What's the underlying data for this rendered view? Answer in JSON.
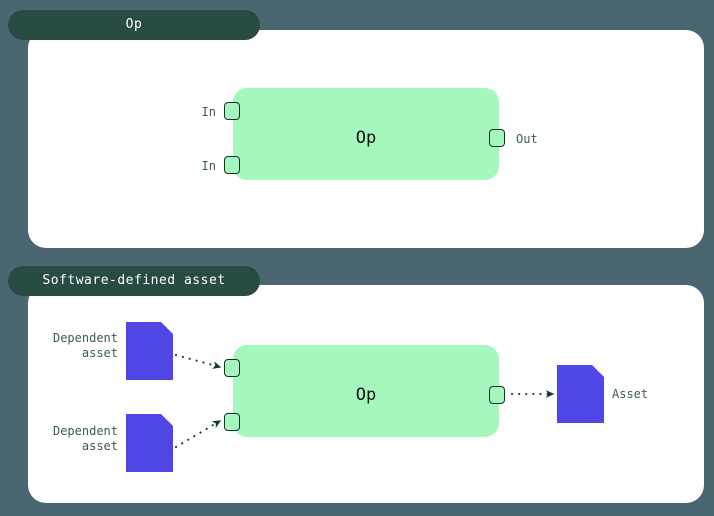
{
  "canvas": {
    "background_color": "#4a6670",
    "panel_color": "#ffffff",
    "tab_color": "#284c43",
    "op_color": "#a5f7bd",
    "asset_color": "#4f46e5",
    "edge_color": "#133a2c",
    "label_color": "#3d5a5a"
  },
  "panels": [
    {
      "tab_label": "Op",
      "op_label": "Op",
      "input_labels": [
        "In",
        "In"
      ],
      "output_labels": [
        "Out"
      ]
    },
    {
      "tab_label": "Software-defined asset",
      "op_label": "Op",
      "dependent_asset_labels": [
        "Dependent\nasset",
        "Dependent\nasset"
      ],
      "output_asset_label": "Asset"
    }
  ],
  "icons": {
    "asset": "document-icon",
    "arrow": "arrow-head-icon"
  }
}
